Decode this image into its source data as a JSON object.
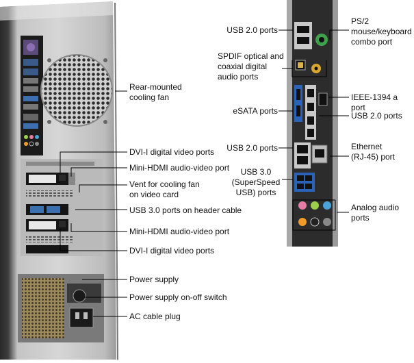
{
  "labels": {
    "rear_fan": "Rear-mounted\ncooling fan",
    "dvi_top": "DVI-I digital video ports",
    "mini_hdmi_top": "Mini-HDMI audio-video port",
    "vent": "Vent for cooling fan\non video card",
    "usb3_header": "USB 3.0 ports on header cable",
    "mini_hdmi_bottom": "Mini-HDMI audio-video port",
    "dvi_bottom": "DVI-I digital video ports",
    "power_supply": "Power supply",
    "power_switch": "Power supply on-off switch",
    "ac_plug": "AC cable plug",
    "usb2_top": "USB 2.0 ports",
    "ps2": "PS/2\nmouse/keyboard\ncombo port",
    "spdif": "SPDIF optical and\ncoaxial digital\naudio ports",
    "ieee1394": "IEEE-1394 a port",
    "esata": "eSATA ports",
    "usb2_mid": "USB 2.0 ports",
    "usb2_lower": "USB 2.0 ports",
    "ethernet": "Ethernet\n(RJ-45) port",
    "usb3": "USB 3.0\n(SuperSpeed\nUSB) ports",
    "analog_audio": "Analog audio\nports"
  }
}
